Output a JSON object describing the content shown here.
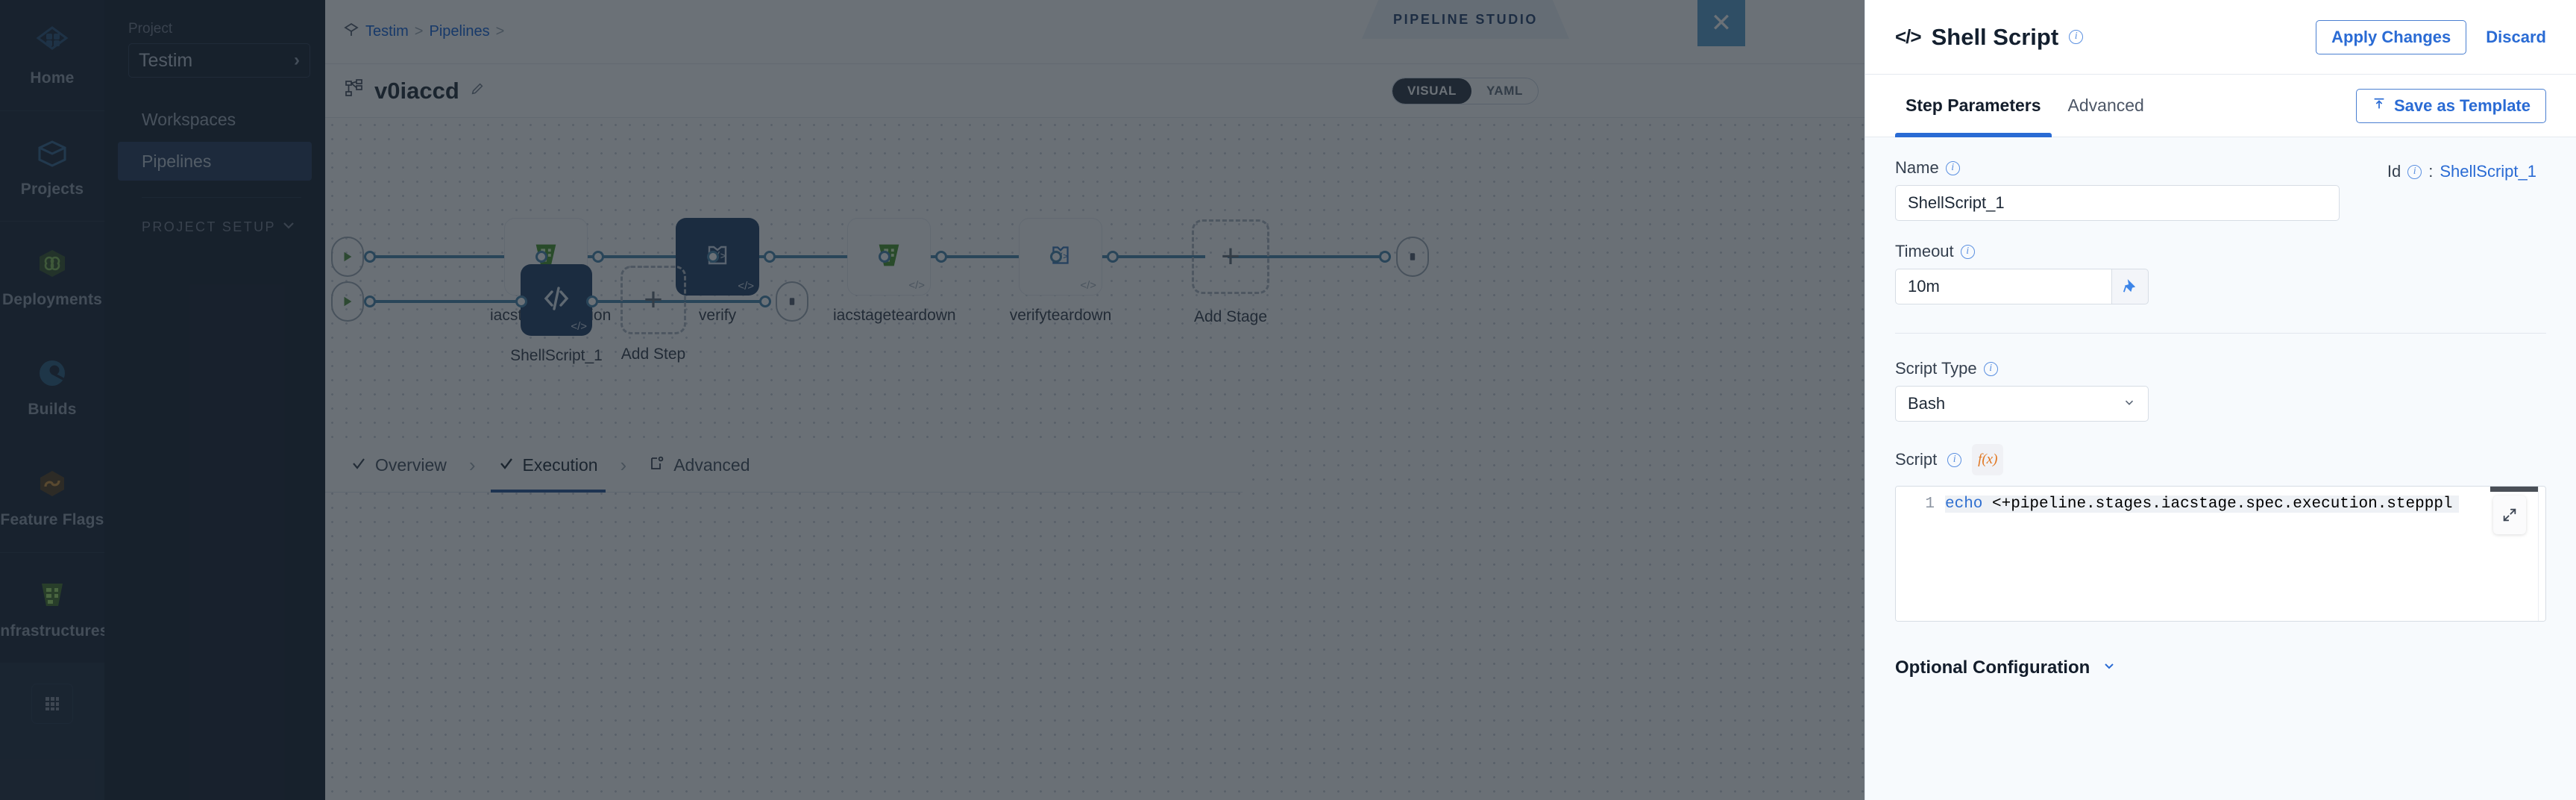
{
  "rail": {
    "items": [
      {
        "label": "Home",
        "icon": "home-diamond-icon"
      },
      {
        "label": "Projects",
        "icon": "box-icon"
      },
      {
        "label": "Deployments",
        "icon": "infinity-hex-icon"
      },
      {
        "label": "Builds",
        "icon": "build-circle-icon"
      },
      {
        "label": "Feature Flags",
        "icon": "flag-hex-icon"
      },
      {
        "label": "Infrastructures",
        "icon": "infrastructure-icon"
      }
    ],
    "grid_button": "grid-icon"
  },
  "subnav": {
    "caption": "Project",
    "project_name": "Testim",
    "items": [
      {
        "label": "Workspaces",
        "active": false
      },
      {
        "label": "Pipelines",
        "active": true
      }
    ],
    "section_label": "PROJECT SETUP"
  },
  "topbar": {
    "breadcrumb": [
      "Testim",
      "Pipelines"
    ],
    "breadcrumb_sep": ">",
    "studio_tab": "PIPELINE STUDIO",
    "close_label": "✕"
  },
  "titlebar": {
    "pipeline_name": "v0iaccd",
    "toggle": {
      "visual": "VISUAL",
      "yaml": "YAML",
      "selected": "VISUAL"
    }
  },
  "graph": {
    "stages": [
      {
        "name": "iacstageprovision",
        "selected": false,
        "icon": "infrastructure-stage-icon"
      },
      {
        "name": "verify",
        "selected": true,
        "icon": "custom-stage-icon"
      },
      {
        "name": "iacstageteardown",
        "selected": false,
        "icon": "infrastructure-stage-icon"
      },
      {
        "name": "verifyteardown",
        "selected": false,
        "icon": "custom-stage-icon"
      }
    ],
    "add_stage_label": "Add Stage",
    "steps": [
      {
        "name": "ShellScript_1",
        "selected": true,
        "icon": "shell-script-icon"
      }
    ],
    "add_step_label": "Add Step"
  },
  "step_tabs": [
    {
      "label": "Overview",
      "icon": "check-icon",
      "active": false
    },
    {
      "label": "Execution",
      "icon": "check-icon",
      "active": true
    },
    {
      "label": "Advanced",
      "icon": "advanced-gear-icon",
      "active": false
    }
  ],
  "panel": {
    "icon": "code-brackets-icon",
    "title": "Shell Script",
    "apply_label": "Apply Changes",
    "discard_label": "Discard",
    "tabs": [
      {
        "label": "Step Parameters",
        "active": true
      },
      {
        "label": "Advanced",
        "active": false
      }
    ],
    "save_template_label": "Save as Template",
    "save_template_icon": "template-upload-icon",
    "name_label": "Name",
    "name_value": "ShellScript_1",
    "name_placeholder": "Name",
    "id_label": "Id",
    "id_sep": ":",
    "id_value": "ShellScript_1",
    "timeout_label": "Timeout",
    "timeout_value": "10m",
    "timeout_placeholder": "10m",
    "pin_icon": "pin-icon",
    "script_type_label": "Script Type",
    "script_type_value": "Bash",
    "script_label": "Script",
    "fx_label": "f(x)",
    "script_line_number": "1",
    "script_keyword": "echo",
    "script_rest": " <+pipeline.stages.iacstage.spec.execution.step",
    "script_tail": "ppl",
    "expand_icon": "expand-fullscreen-icon",
    "optional_config_label": "Optional Configuration"
  },
  "colors": {
    "accent_blue": "#2a6bd4",
    "node_selected": "#17365e",
    "connector": "#3f7ea8",
    "sidebar_bg": "#0b1524",
    "panel_bg": "#f7fafd"
  }
}
